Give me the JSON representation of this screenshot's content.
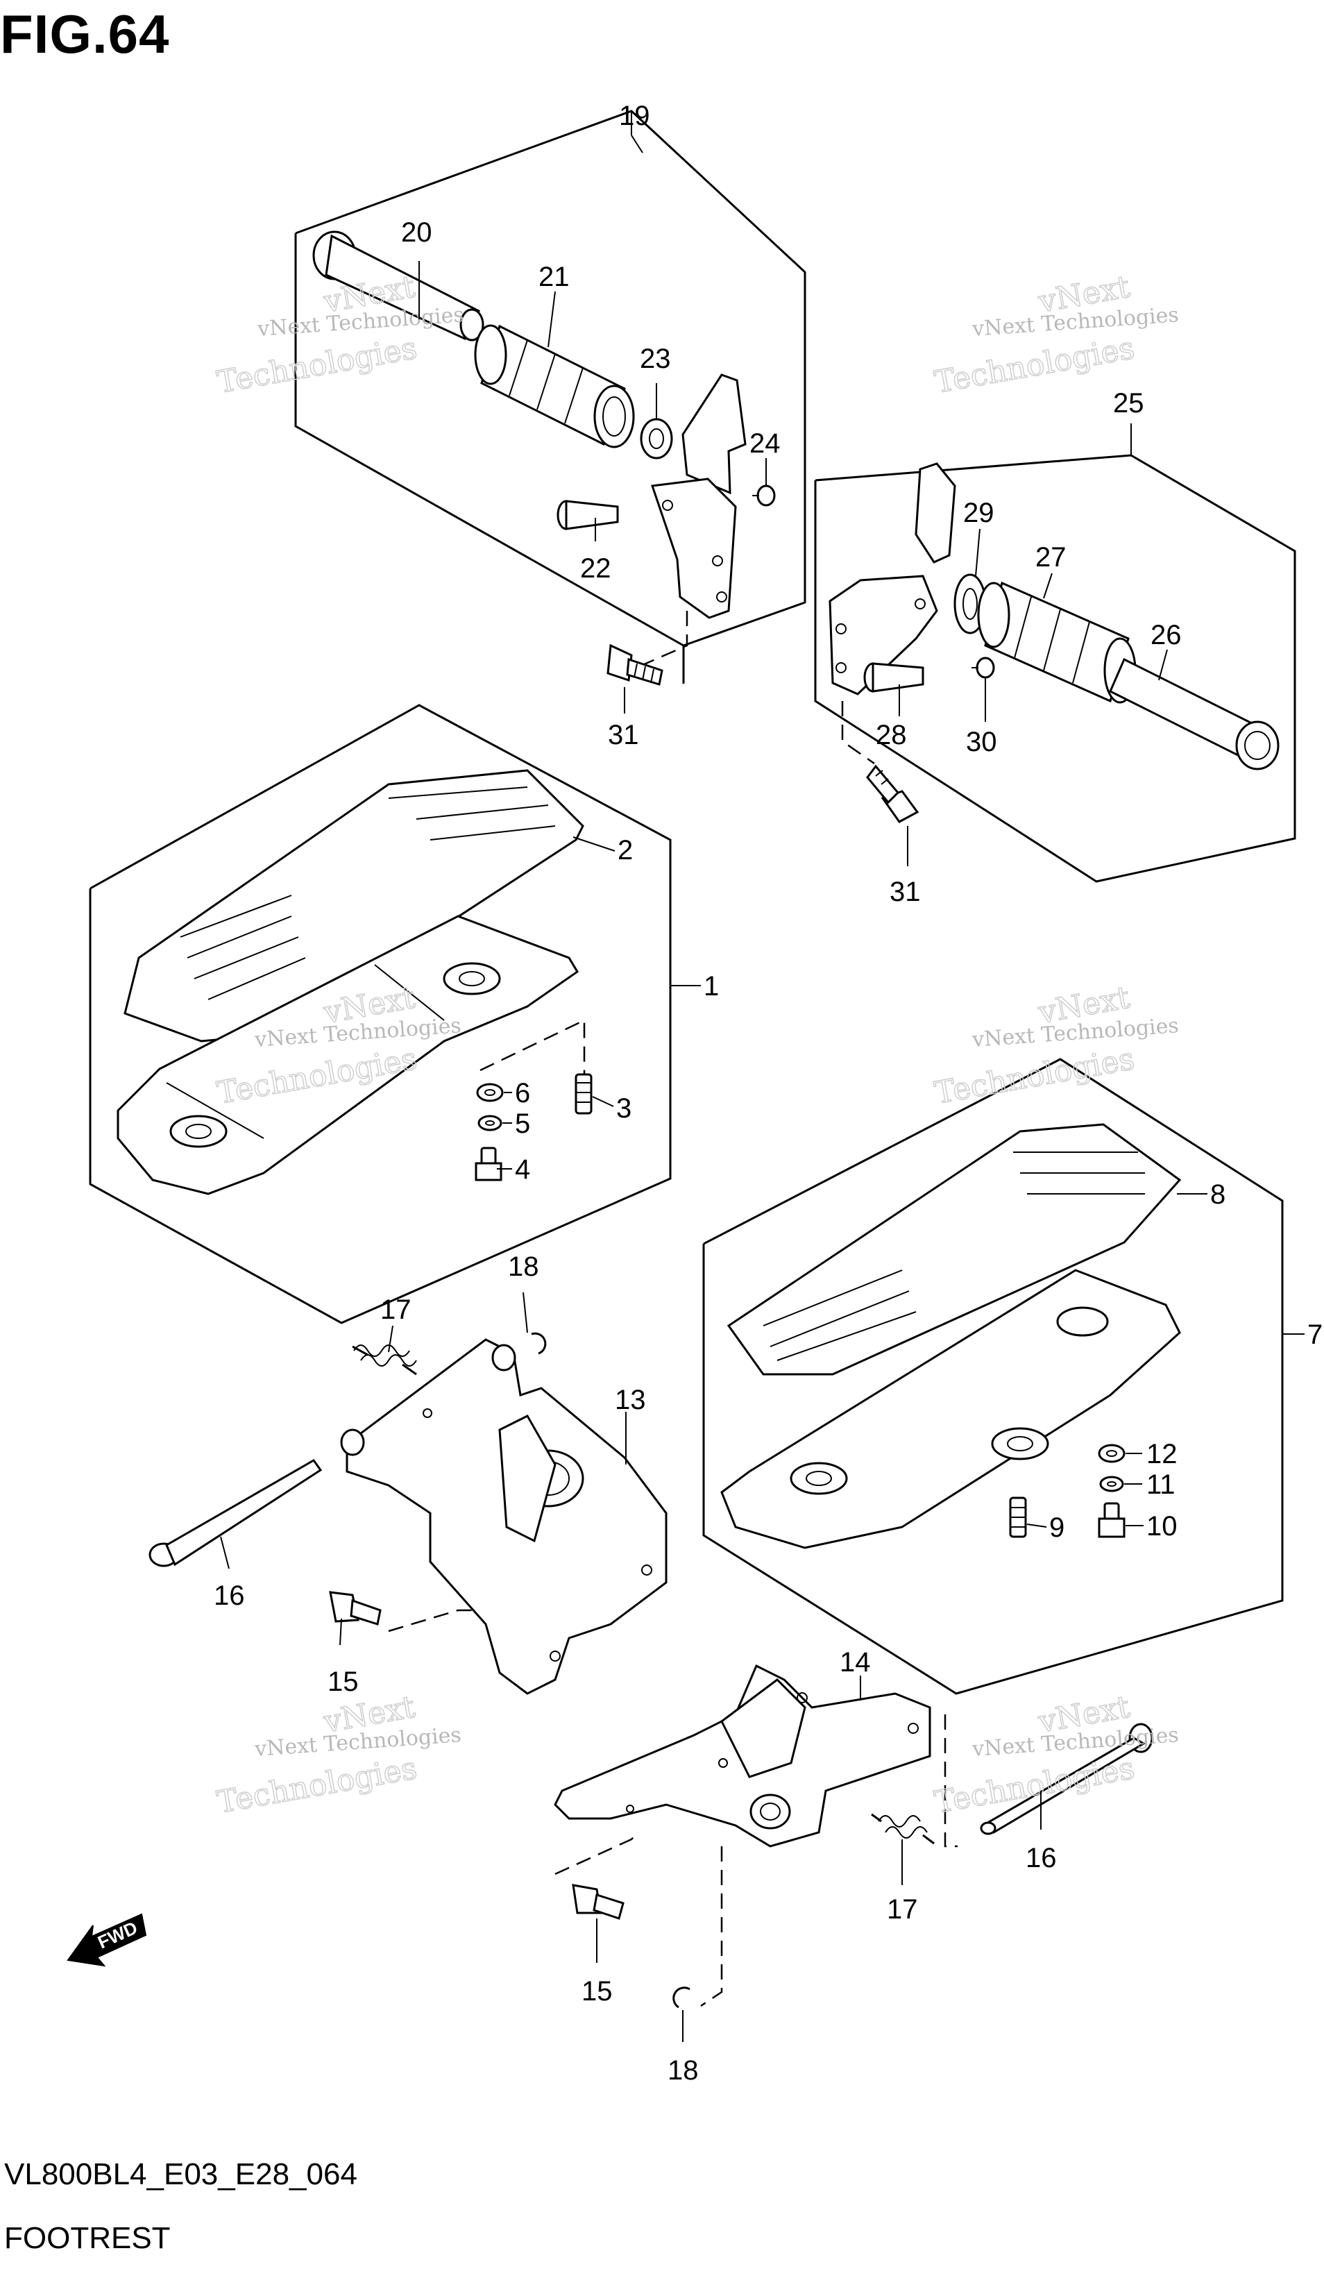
{
  "figure": {
    "title": "FIG.64",
    "model_code": "VL800BL4_E03_E28_064",
    "section_name": "FOOTREST"
  },
  "watermark": {
    "line1": "vNext Technologies",
    "line2": "Technologies",
    "line3": "vNext"
  },
  "fwd_arrow": {
    "label": "FWD"
  },
  "callouts": {
    "c1": "1",
    "c2": "2",
    "c3": "3",
    "c4": "4",
    "c5": "5",
    "c6": "6",
    "c7": "7",
    "c8": "8",
    "c9": "9",
    "c10": "10",
    "c11": "11",
    "c12": "12",
    "c13": "13",
    "c14": "14",
    "c15a": "15",
    "c15b": "15",
    "c16a": "16",
    "c16b": "16",
    "c17a": "17",
    "c17b": "17",
    "c18a": "18",
    "c18b": "18",
    "c19": "19",
    "c20": "20",
    "c21": "21",
    "c22": "22",
    "c23": "23",
    "c24": "24",
    "c25": "25",
    "c26": "26",
    "c27": "27",
    "c28": "28",
    "c29": "29",
    "c30": "30",
    "c31a": "31",
    "c31b": "31"
  }
}
